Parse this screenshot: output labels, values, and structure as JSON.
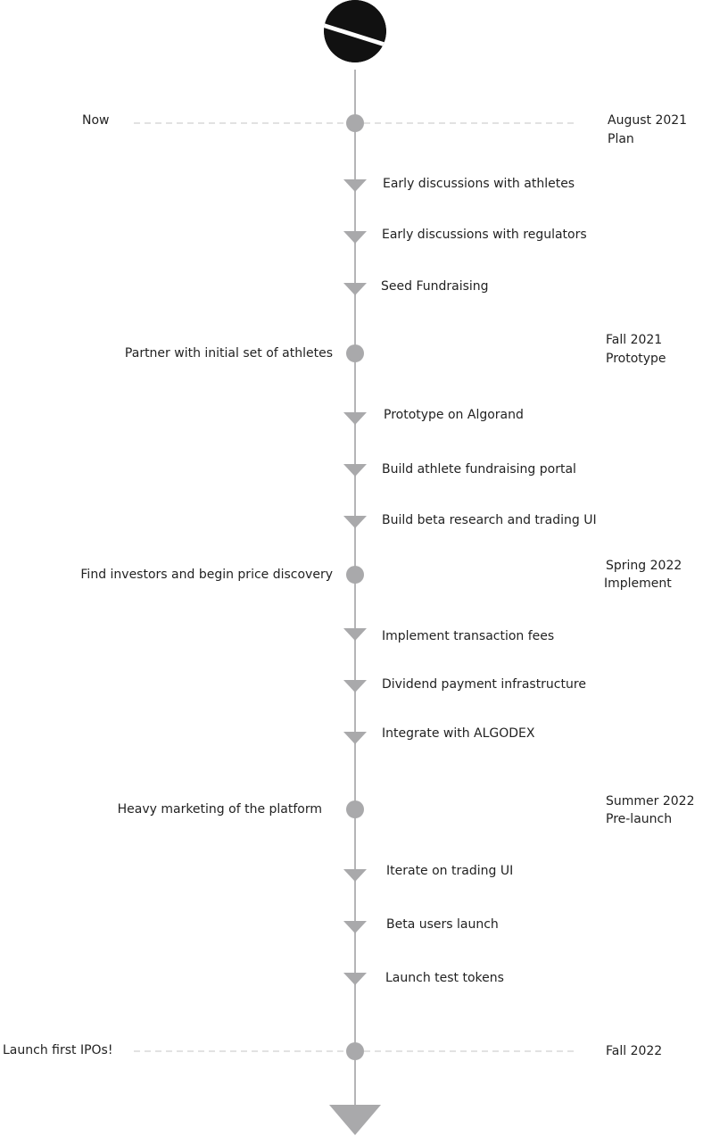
{
  "colors": {
    "line": "#b4b4b6",
    "node": "#a9a9ab",
    "dash": "#c6c6c6",
    "logo": "#111111",
    "text": "#222222"
  },
  "milestones": {
    "now": {
      "left_label": "Now",
      "date": "August 2021",
      "phase": "Plan"
    },
    "fall2021": {
      "left_label": "Partner with initial set of athletes",
      "date": "Fall 2021",
      "phase": "Prototype"
    },
    "spring2022": {
      "left_label": "Find investors and begin price discovery",
      "date": "Spring 2022",
      "phase": "Implement"
    },
    "summer2022": {
      "left_label": "Heavy marketing of the platform",
      "date": "Summer 2022",
      "phase": "Pre-launch"
    },
    "fall2022": {
      "left_label": "Launch first IPOs!",
      "date": "Fall 2022"
    }
  },
  "steps": [
    "Early discussions with athletes",
    "Early discussions with regulators",
    "Seed Fundraising",
    "Prototype on Algorand",
    "Build athlete fundraising portal",
    "Build beta research and trading UI",
    "Implement transaction fees",
    "Dividend payment infrastructure",
    "Integrate with ALGODEX",
    "Iterate on trading UI",
    "Beta users launch",
    "Launch test tokens"
  ]
}
